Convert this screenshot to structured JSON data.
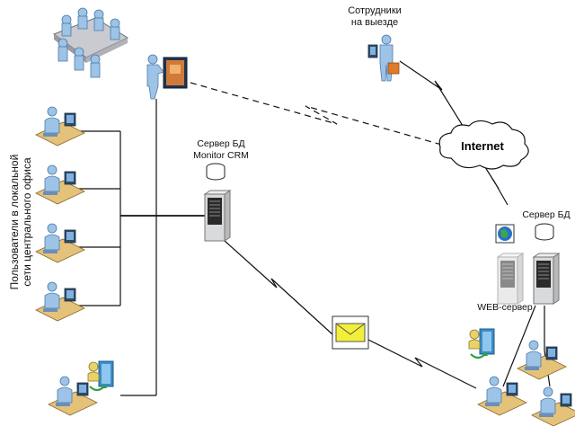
{
  "labels": {
    "remote_staff_line1": "Сотрудники",
    "remote_staff_line2": "на выезде",
    "db_server_crm_line1": "Сервер БД",
    "db_server_crm_line2": "Monitor CRM",
    "internet": "Internet",
    "db_server_remote": "Сервер БД",
    "web_server": "WEB-сервер",
    "office_users_line1": "Пользователи в локальной",
    "office_users_line2": "сети центрального офиса"
  },
  "icons": {
    "meeting": "conference-table-icon",
    "presenter": "presenter-icon",
    "remote_user": "traveler-icon",
    "cloud": "cloud-icon",
    "db": "database-icon",
    "server": "server-tower-icon",
    "globe": "globe-icon",
    "mail": "envelope-icon",
    "sync": "sync-user-icon",
    "workstation": "workstation-user-icon"
  },
  "colors": {
    "line": "#111111",
    "server_body": "#d9dadc",
    "server_dark": "#2a2a2a",
    "person": "#9dc3e6",
    "desk": "#e5c27a",
    "envelope": "#f2ef3a",
    "cloud_fill": "#ffffff"
  }
}
